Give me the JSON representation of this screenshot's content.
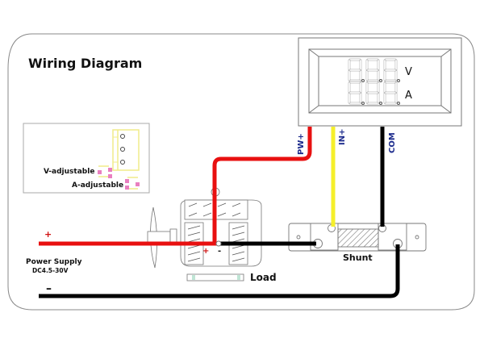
{
  "title": "Wiring Diagram",
  "meter": {
    "units": [
      "V",
      "A"
    ],
    "digits_per_row": 3,
    "terminals": [
      "PW+",
      "IN+",
      "COM"
    ]
  },
  "inset": {
    "v_adjust_label": "V-adjustable",
    "a_adjust_label": "A-adjustable"
  },
  "power_supply": {
    "label": "Power Supply",
    "range": "DC4.5-30V",
    "plus": "+",
    "minus": "–"
  },
  "load_label": "Load",
  "shunt_label": "Shunt",
  "wire_colors": {
    "positive": "#e81010",
    "signal": "#f5ef2a",
    "ground": "#000000"
  },
  "accent": {
    "label_blue": "#1b2a8c",
    "adjust_pink": "#e97fc0",
    "inset_yellow": "#f0ec8a"
  }
}
